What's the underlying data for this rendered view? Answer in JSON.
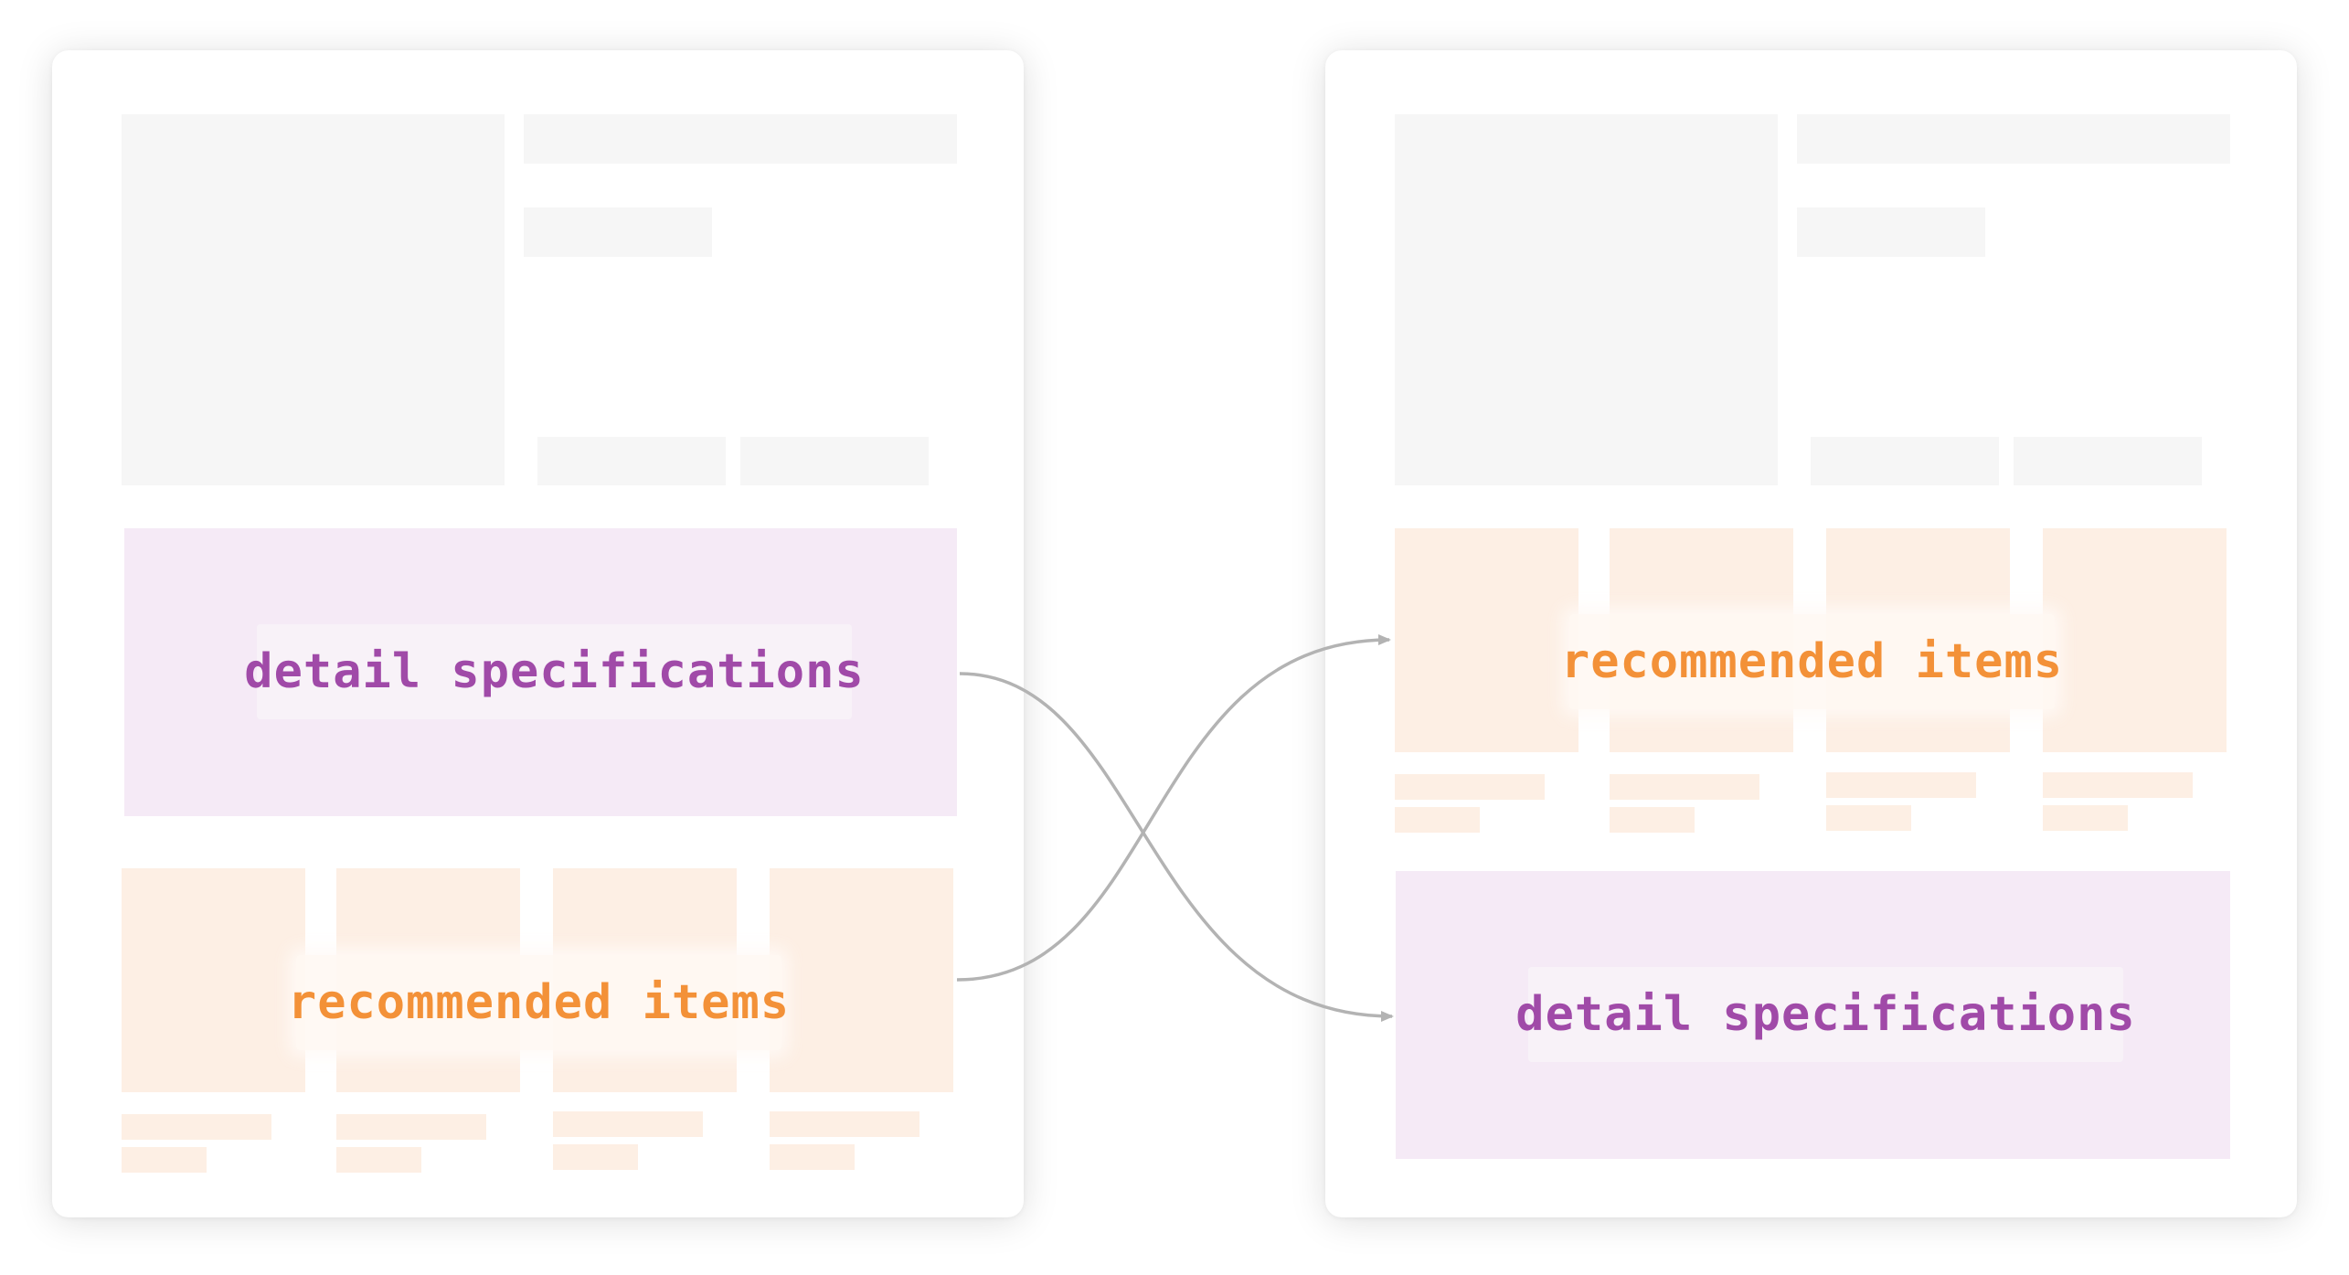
{
  "diagram": {
    "left_layout": {
      "spec_label": "detail specifications",
      "rec_label": "recommended items"
    },
    "right_layout": {
      "rec_label": "recommended items",
      "spec_label": "detail specifications"
    },
    "colors": {
      "spec_text": "#a04aa8",
      "spec_fill": "#f5eaf6",
      "rec_text": "#f39138",
      "rec_fill": "#fdefe4",
      "placeholder_fill": "#f6f6f6",
      "arrow": "#b3b3b3"
    }
  }
}
